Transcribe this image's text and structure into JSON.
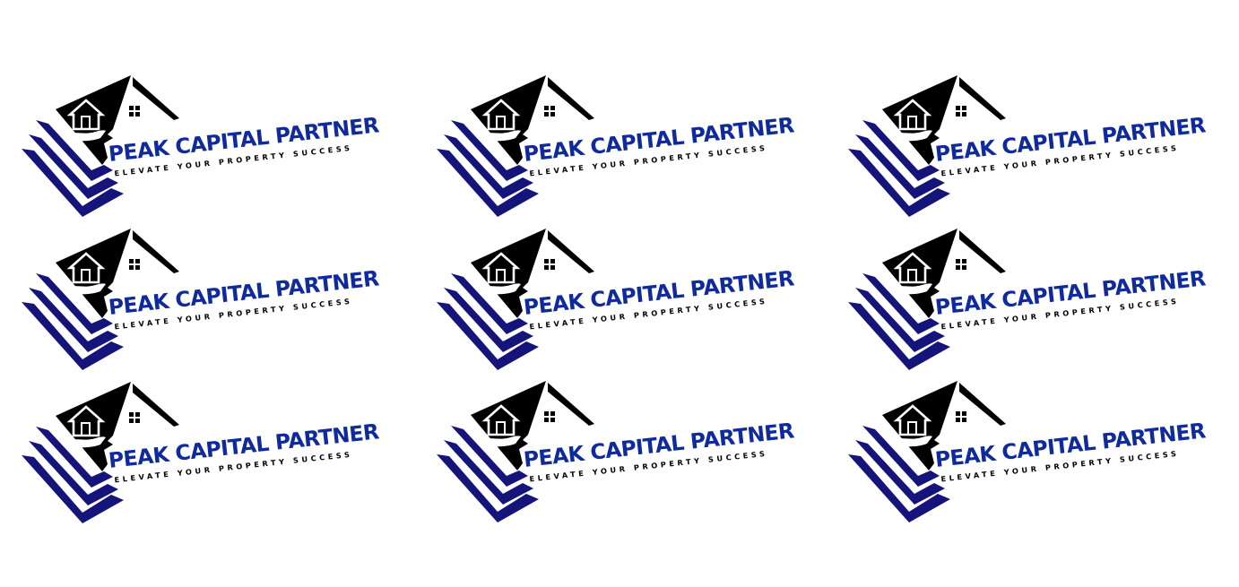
{
  "brand": {
    "name": "PEAK CAPITAL PARTNER",
    "tagline": "ELEVATE YOUR PROPERTY SUCCESS",
    "colors": {
      "primary_blue": "#0f2a9c",
      "dark_navy": "#14147a",
      "black": "#000000",
      "background": "#ffffff"
    },
    "icons": [
      "house-in-hand-icon",
      "roof-peak-icon",
      "window-icon",
      "stacked-sheets-icon"
    ]
  },
  "grid": {
    "rows": 3,
    "columns": 3,
    "tiles": [
      {
        "id": "tile-1"
      },
      {
        "id": "tile-2"
      },
      {
        "id": "tile-3"
      },
      {
        "id": "tile-4"
      },
      {
        "id": "tile-5"
      },
      {
        "id": "tile-6"
      },
      {
        "id": "tile-7"
      },
      {
        "id": "tile-8"
      },
      {
        "id": "tile-9"
      }
    ]
  }
}
